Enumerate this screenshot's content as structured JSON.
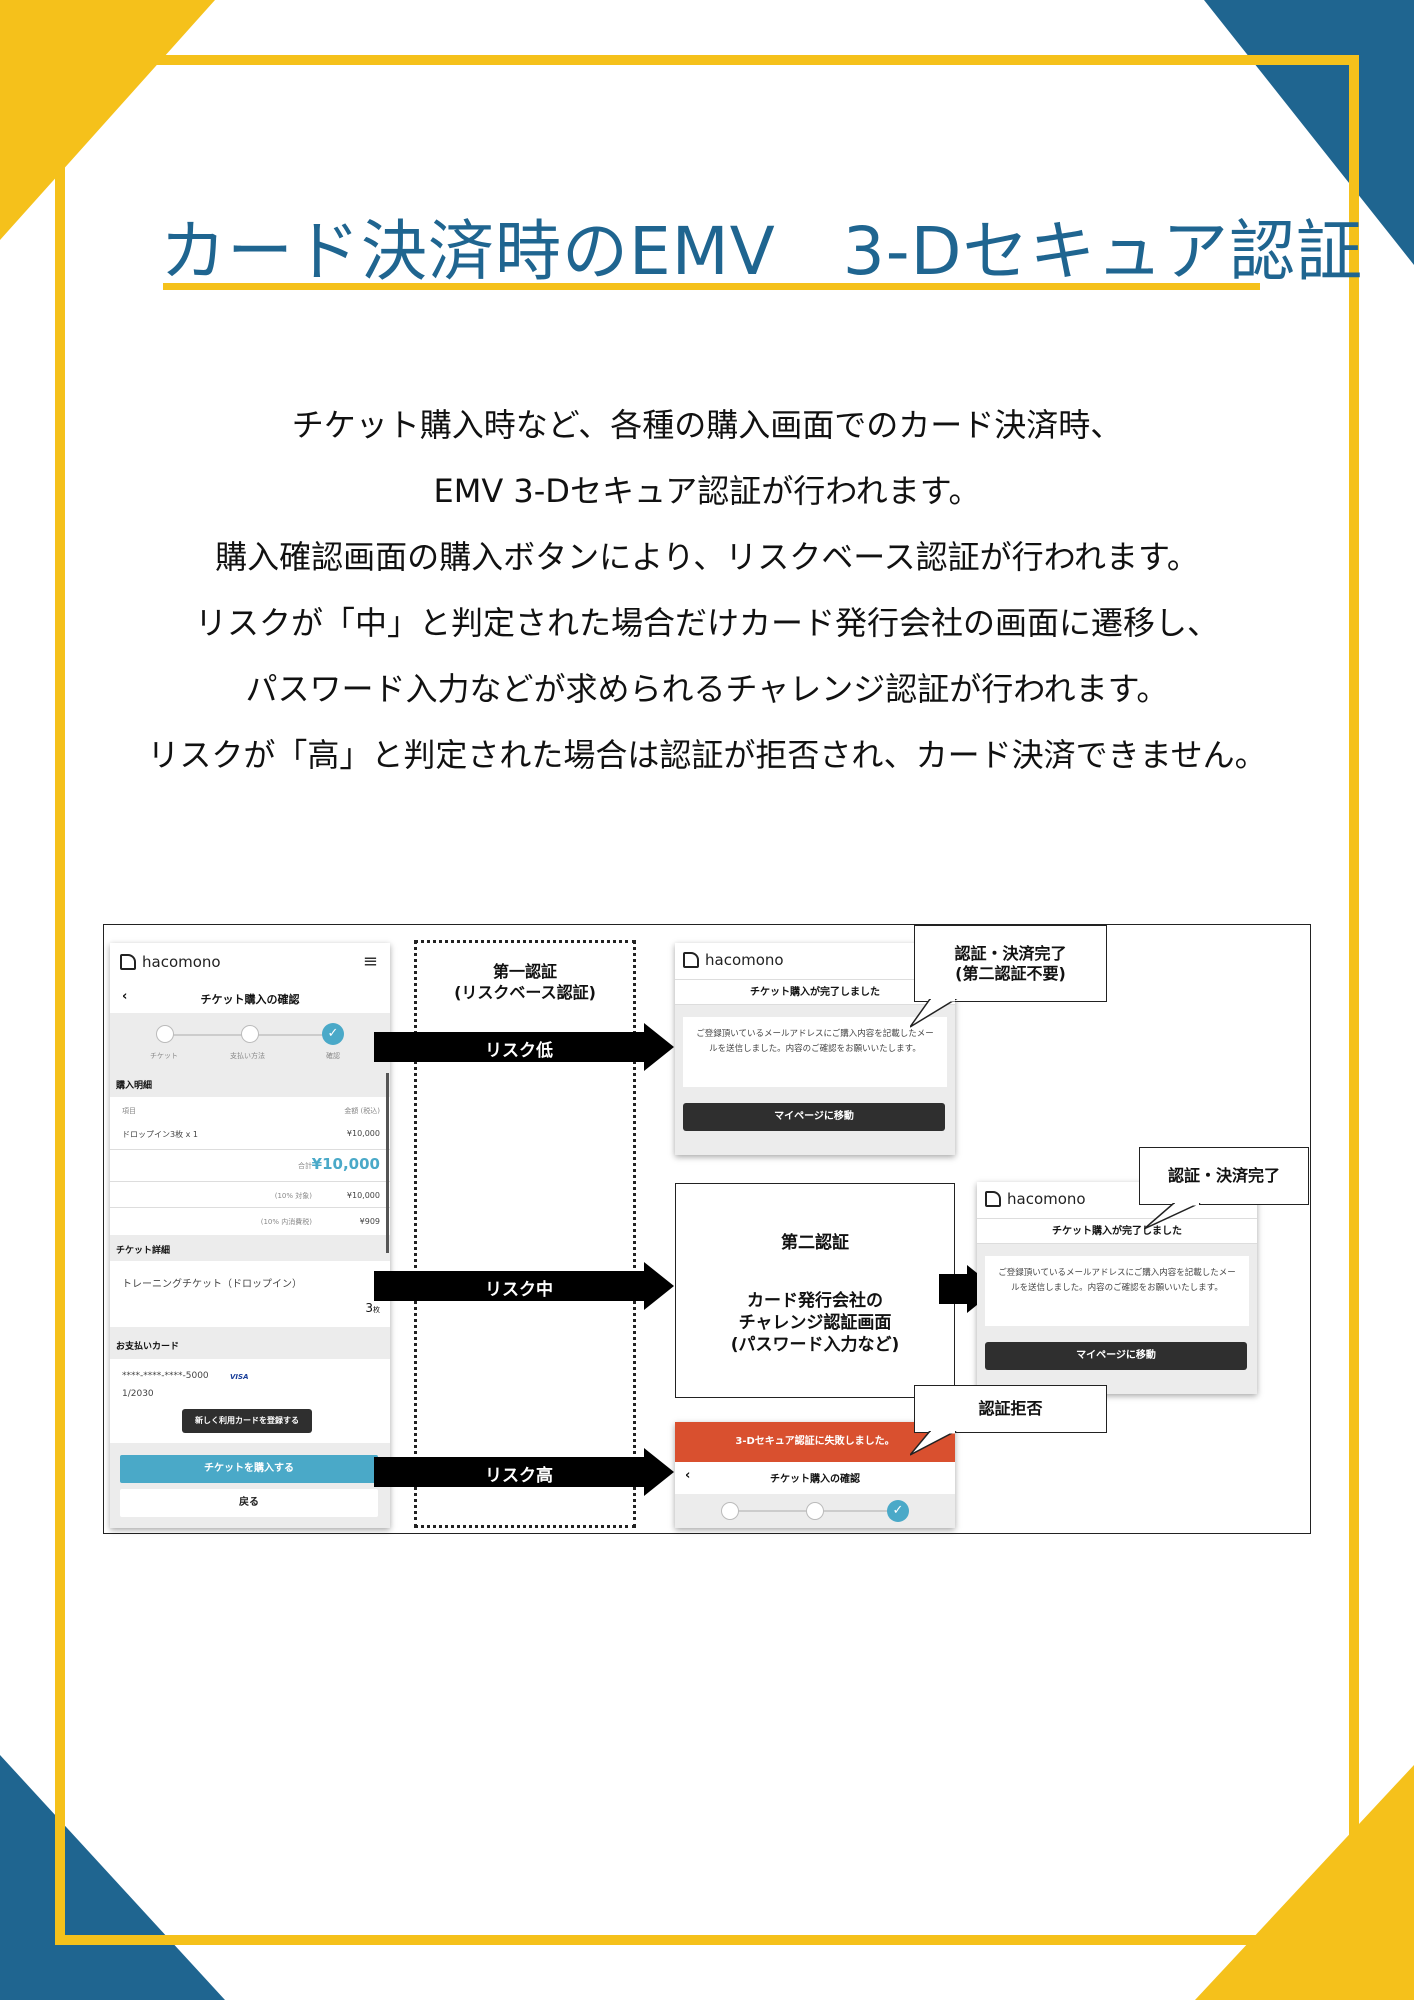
{
  "title": "カード決済時のEMV　3-Dセキュア認証",
  "intro_lines": [
    "チケット購入時など、各種の購入画面でのカード決済時、",
    "EMV 3-Dセキュア認証が行われます。",
    "購入確認画面の購入ボタンにより、リスクベース認証が行われます。",
    "リスクが「中」と判定された場合だけカード発行会社の画面に遷移し、",
    "パスワード入力などが求められるチャレンジ認証が行われます。",
    "リスクが「高」と判定された場合は認証が拒否され、カード決済できません。"
  ],
  "colors": {
    "title_blue": "#1f6590",
    "frame_yellow": "#f5c11b",
    "accent_blue": "#4aa9c8",
    "error_red": "#d9502f"
  },
  "left_phone": {
    "brand": "hacomono",
    "header": "チケット購入の確認",
    "steps": [
      "チケット",
      "支払い方法",
      "確認"
    ],
    "section_purchase": "購入明細",
    "col_item": "項目",
    "col_amount": "金額 (税込)",
    "item_name": "ドロップイン3枚 x 1",
    "item_price": "¥10,000",
    "total_label": "合計",
    "total_value": "¥10,000",
    "tax_base_label": "(10% 対象)",
    "tax_base_value": "¥10,000",
    "tax_label": "(10% 内消費税)",
    "tax_value": "¥909",
    "section_ticket": "チケット詳細",
    "ticket_name": "トレーニングチケット（ドロップイン）",
    "ticket_count": "3",
    "ticket_unit": "枚",
    "section_card": "お支払いカード",
    "card_number": "****-****-****-5000",
    "card_brand": "VISA",
    "card_expiry": "1/2030",
    "register_card_btn": "新しく利用カードを登録する",
    "buy_btn": "チケットを購入する",
    "back_btn": "戻る"
  },
  "first_auth": {
    "title_line1": "第一認証",
    "title_line2": "(リスクベース認証)"
  },
  "arrows": {
    "low": "リスク低",
    "mid": "リスク中",
    "high": "リスク高"
  },
  "complete_phone": {
    "brand": "hacomono",
    "header": "チケット購入が完了しました",
    "message": "ご登録頂いているメールアドレスにご購入内容を記載したメールを送信しました。内容のご確認をお願いいたします。",
    "button": "マイページに移動"
  },
  "callouts": {
    "low_line1": "認証・決済完了",
    "low_line2": "(第二認証不要)",
    "mid": "認証・決済完了",
    "high": "認証拒否"
  },
  "second_auth": {
    "title": "第二認証",
    "line1": "カード発行会社の",
    "line2": "チャレンジ認証画面",
    "line3": "(パスワード入力など)"
  },
  "fail_phone": {
    "error": "3-Dセキュア認証に失敗しました。",
    "header": "チケット購入の確認"
  }
}
